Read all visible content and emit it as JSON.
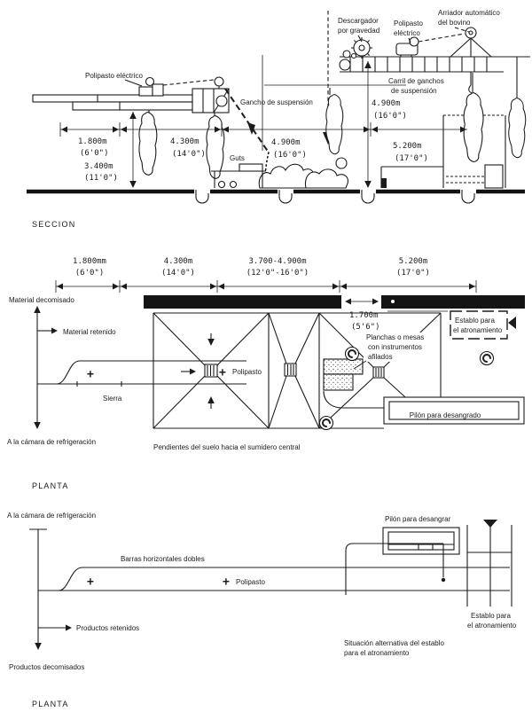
{
  "colors": {
    "ink": "#1b1b1b",
    "paper": "#ffffff"
  },
  "section": {
    "title": "SECCION",
    "labels": {
      "polipasto_left": "Polipasto eléctrico",
      "descargador1": "Descargador",
      "descargador2": "por gravedad",
      "polipasto_right1": "Polipasto",
      "polipasto_right2": "eléctrico",
      "arriador1": "Arriador automático",
      "arriador2": "del bovino",
      "carril1": "Carril de ganchos",
      "carril2": "de suspensión",
      "gancho": "Gancho de suspensión",
      "guts": "Guts"
    },
    "dims": {
      "w1_m": "1.800m",
      "w1_ft": "(6'0\")",
      "h1_m": "3.400m",
      "h1_ft": "(11'0\")",
      "w2_m": "4.300m",
      "w2_ft": "(14'0\")",
      "w3_m": "4.900m",
      "w3_ft": "(16'0\")",
      "h2_m": "4.900m",
      "h2_ft": "(16'0\")",
      "w4_m": "5.200m",
      "w4_ft": "(17'0\")"
    }
  },
  "plan1": {
    "title": "PLANTA",
    "dims": {
      "w1_m": "1.800mm",
      "w1_ft": "(6'0\")",
      "w2_m": "4.300m",
      "w2_ft": "(14'0\")",
      "w3_m": "3.700-4.900m",
      "w3_ft": "(12'0\"-16'0\")",
      "w4_m": "5.200m",
      "w4_ft": "(17'0\")",
      "door_m": "1.700m",
      "door_ft": "(5'6\")"
    },
    "labels": {
      "material_decomisado": "Material decomisado",
      "material_retenido": "Material retenido",
      "sierra": "Sierra",
      "plus": "+",
      "polipasto": "Polipasto",
      "camara": "A la cámara de refrigeración",
      "pendientes": "Pendientes del suelo hacia el sumidero central",
      "planchas1": "Planchas o mesas",
      "planchas2": "con instrumentos",
      "planchas3": "afilados",
      "establo1": "Establo para",
      "establo2": "el atronamiento",
      "pilon": "Pilón para desangrado"
    }
  },
  "plan2": {
    "title": "PLANTA",
    "labels": {
      "camara": "A la cámara de refrigeración",
      "barras": "Barras horizontales dobles",
      "plus": "+",
      "polipasto": "Polipasto",
      "productos_retenidos": "Productos retenidos",
      "productos_decomisados": "Productos decomisados",
      "pilon": "Pilón para desangrar",
      "establo1": "Establo para",
      "establo2": "el atronamiento",
      "situacion1": "Situación alternativa del establo",
      "situacion2": "para el atronamiento"
    }
  }
}
